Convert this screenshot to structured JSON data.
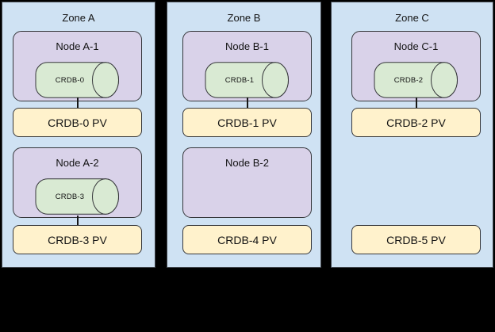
{
  "colors": {
    "background": "#000000",
    "zone_fill": "#cfe2f3",
    "zone_border": "#41464d",
    "node_fill": "#d9d2e9",
    "cylinder_fill": "#d9ead3",
    "pv_fill": "#fff2cc",
    "shape_border": "#36373b",
    "text": "#131313",
    "connector": "#161616"
  },
  "zones": [
    {
      "label": "Zone A",
      "nodes": [
        {
          "label": "Node A-1",
          "cylinder": "CRDB-0"
        },
        {
          "label": "Node A-2",
          "cylinder": "CRDB-3"
        }
      ],
      "pvs": [
        {
          "label": "CRDB-0 PV"
        },
        {
          "label": "CRDB-3 PV"
        }
      ]
    },
    {
      "label": "Zone B",
      "nodes": [
        {
          "label": "Node B-1",
          "cylinder": "CRDB-1"
        },
        {
          "label": "Node B-2"
        }
      ],
      "pvs": [
        {
          "label": "CRDB-1 PV"
        },
        {
          "label": "CRDB-4 PV"
        }
      ]
    },
    {
      "label": "Zone C",
      "nodes": [
        {
          "label": "Node C-1",
          "cylinder": "CRDB-2"
        }
      ],
      "pvs": [
        {
          "label": "CRDB-2 PV"
        },
        {
          "label": "CRDB-5 PV"
        }
      ]
    }
  ]
}
